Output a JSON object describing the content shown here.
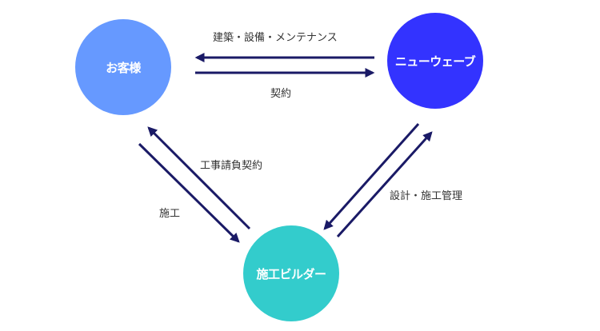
{
  "nodes": {
    "customer": {
      "label": "お客様",
      "color": "#6699ff"
    },
    "newwave": {
      "label": "ニューウェーブ",
      "color": "#3333ff"
    },
    "builder": {
      "label": "施工ビルダー",
      "color": "#33cccc"
    }
  },
  "edges": {
    "newwave_to_customer": "建築・設備・メンテナンス",
    "customer_to_newwave": "契約",
    "builder_to_customer": "工事請負契約",
    "customer_to_builder": "施工",
    "builder_newwave": "設計・施工管理"
  },
  "arrow_color": "#1a1a66"
}
